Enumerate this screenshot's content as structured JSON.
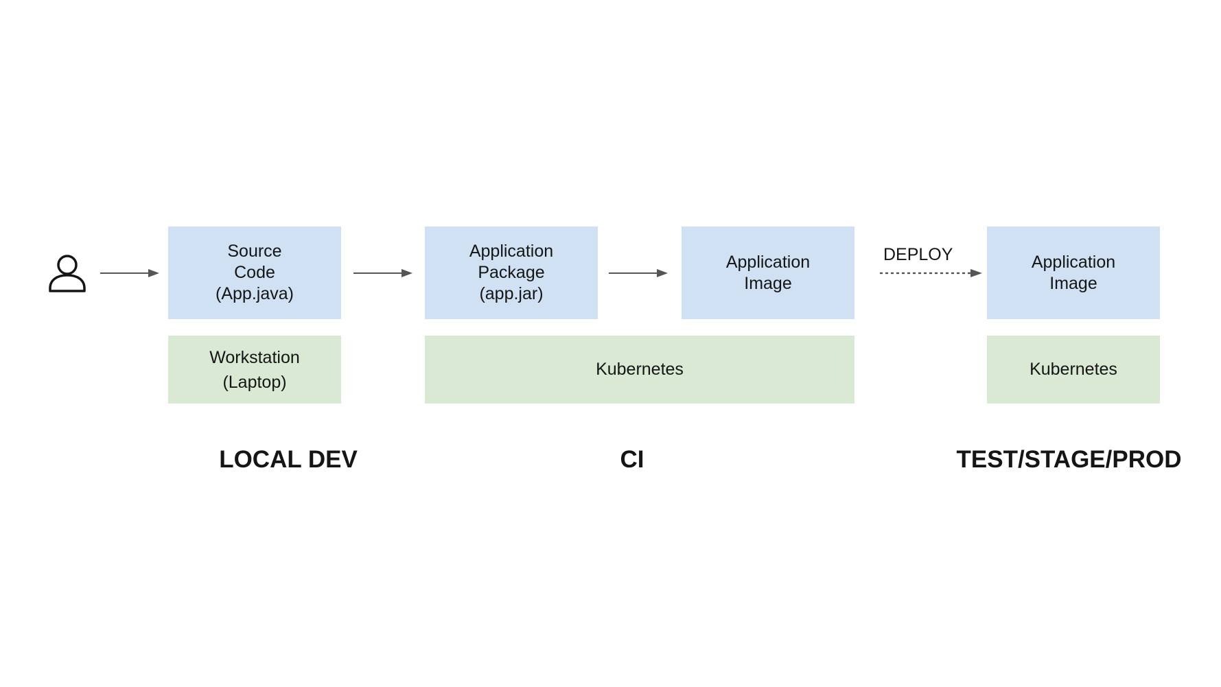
{
  "diagram": {
    "user_icon": "user-icon",
    "nodes": {
      "source_code": "Source\nCode\n(App.java)",
      "app_package": "Application\nPackage\n(app.jar)",
      "app_image_ci": "Application\nImage",
      "app_image_prod": "Application\nImage"
    },
    "platforms": {
      "workstation": "Workstation\n(Laptop)",
      "kubernetes_ci": "Kubernetes",
      "kubernetes_prod": "Kubernetes"
    },
    "edges": {
      "deploy_label": "DEPLOY"
    },
    "stages": {
      "local_dev": "LOCAL DEV",
      "ci": "CI",
      "prod": "TEST/STAGE/PROD"
    },
    "colors": {
      "artifact_box": "#cfe1f3",
      "platform_box": "#d9e9d4",
      "arrow": "#555555",
      "text": "#151515"
    }
  }
}
